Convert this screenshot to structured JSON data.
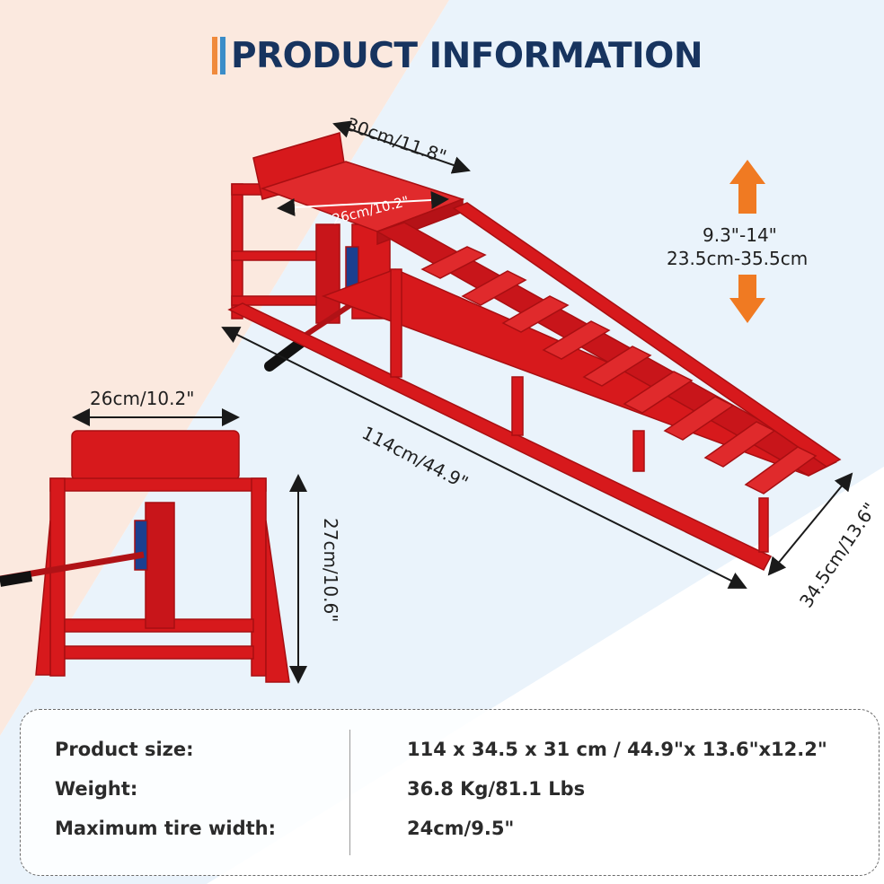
{
  "title": "PRODUCT INFORMATION",
  "colors": {
    "title": "#17345f",
    "accent_orange": "#f08a3c",
    "accent_blue": "#3a8dc8",
    "ramp_red": "#d7191c",
    "arrow_orange": "#f07a22"
  },
  "dimensions": {
    "platform_width": "30cm/11.8\"",
    "platform_inner_width": "26cm/10.2\"",
    "lift_range_in": "9.3\"-14\"",
    "lift_range_cm": "23.5cm-35.5cm",
    "front_width": "26cm/10.2\"",
    "front_height": "27cm/10.6\"",
    "length": "114cm/44.9\"",
    "base_width": "34.5cm/13.6\""
  },
  "specs": [
    {
      "label": "Product size:",
      "value": "114 x 34.5 x 31 cm / 44.9\"x 13.6\"x12.2\""
    },
    {
      "label": "Weight:",
      "value": "36.8 Kg/81.1 Lbs"
    },
    {
      "label": "Maximum tire width:",
      "value": "24cm/9.5\""
    }
  ]
}
